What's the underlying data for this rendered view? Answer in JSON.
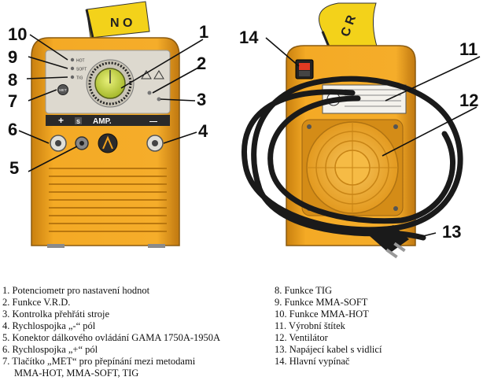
{
  "callouts": {
    "c1": "1",
    "c2": "2",
    "c3": "3",
    "c4": "4",
    "c5": "5",
    "c6": "6",
    "c7": "7",
    "c8": "8",
    "c9": "9",
    "c10": "10",
    "c11": "11",
    "c12": "12",
    "c13": "13",
    "c14": "14"
  },
  "panel_labels": {
    "plus": "+",
    "s": "S",
    "amp": "AMP.",
    "minus": "—",
    "met": "MET",
    "tig": "TIG",
    "soft": "SOFT",
    "hot": "HOT"
  },
  "strap_text": {
    "front": "N O",
    "back": "C R"
  },
  "legend_left": [
    "1.  Potenciometr pro nastavení hodnot",
    "2.  Funkce V.R.D.",
    "3.  Kontrolka přehřáti stroje",
    "4.  Rychlospojka „-“ pól",
    "5.  Konektor dálkového ovládání GAMA 1750A-1950A",
    "6.  Rychlospojka „+“ pól",
    "7.  Tlačítko „MET“ pro přepínání mezi metodami",
    "MMA-HOT, MMA-SOFT, TIG"
  ],
  "legend_right": [
    "8.   Funkce TIG",
    "9.   Funkce MMA-SOFT",
    "10.  Funkce MMA-HOT",
    "11.  Výrobní štítek",
    "12.  Ventilátor",
    "13.  Napájecí kabel s vidlicí",
    "14.  Hlavní vypínač"
  ],
  "colors": {
    "body_orange": "#f2a21c",
    "panel_gray": "#ddd9cf",
    "knob_green": "#d4e44a",
    "cable": "#1a1a1a",
    "strap_yellow": "#f3d21a"
  }
}
